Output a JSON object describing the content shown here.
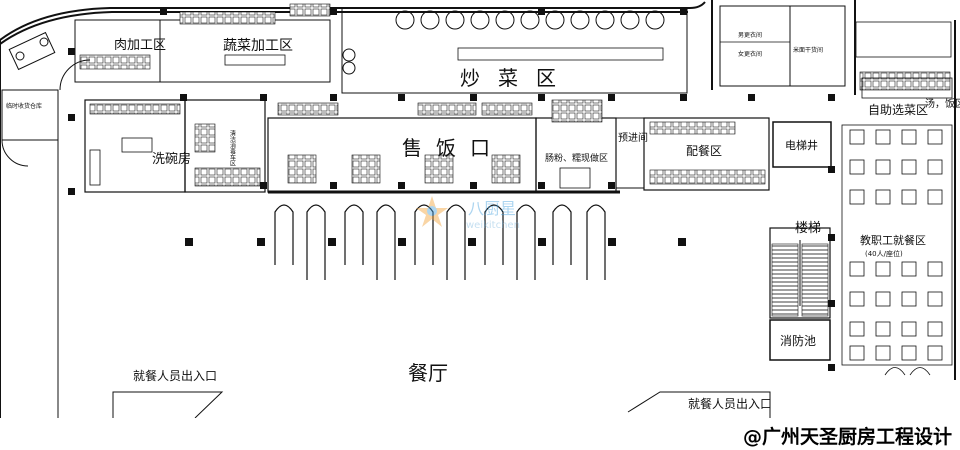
{
  "plan": {
    "rooms": {
      "meat_processing": "肉加工区",
      "vegetable_processing": "蔬菜加工区",
      "stir_fry": "炒菜区",
      "temp_storage": "临时收货仓库",
      "dishwashing": "洗碗房",
      "disinfection_cart": "清洁消毒车区",
      "serving_window": "售饭口",
      "noodle_area": "肠粉、糯现做区",
      "pre_entry": "预进间",
      "plating": "配餐区",
      "elevator": "电梯井",
      "self_service": "自助选菜区",
      "soup_rice": "汤，饭区",
      "stairs": "楼梯",
      "staff_dining": "教职工就餐区",
      "staff_seats": "(40人/座位)",
      "fire_pool": "消防池",
      "dining_hall": "餐厅",
      "diner_entrance_left": "就餐人员出入口",
      "diner_entrance_right": "就餐人员出入口",
      "male_locker": "男更衣间",
      "female_locker": "女更衣间",
      "rice_storage": "米面干货间"
    },
    "watermark": {
      "brand": "八厨星",
      "domain": "weikitchen"
    }
  },
  "footer": {
    "credit": "@广州天圣厨房工程设计"
  }
}
